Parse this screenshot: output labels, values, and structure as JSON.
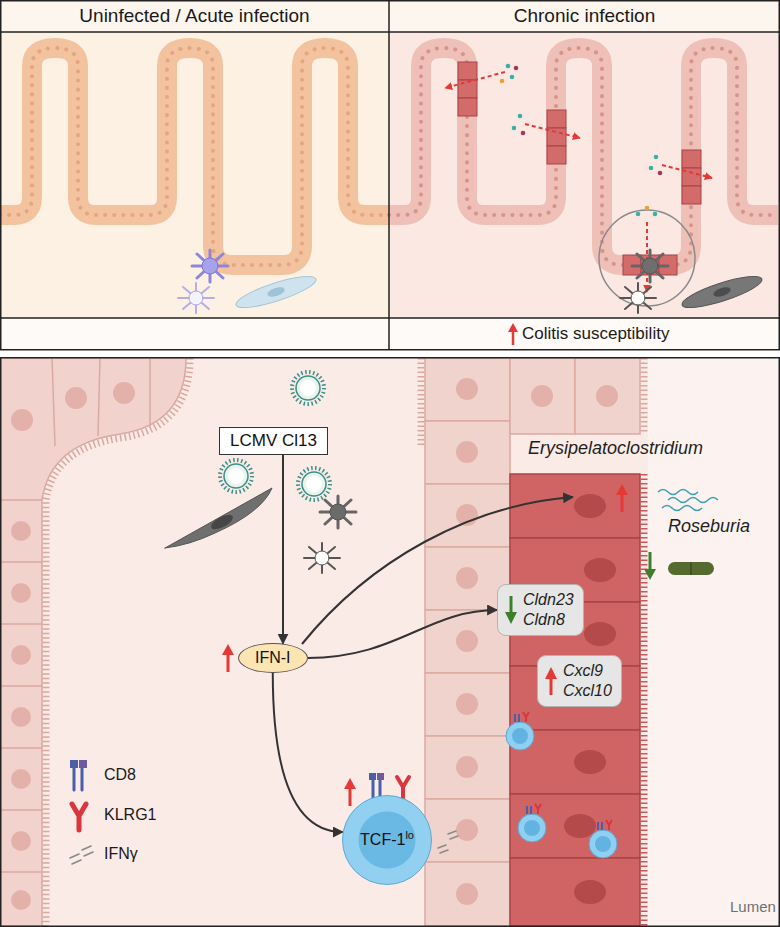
{
  "diagram": {
    "nodes": [
      {
        "text": [
          "Uninfected / Acute infection"
        ]
      },
      {
        "text": [
          "Chronic infection"
        ]
      },
      {
        "text": [
          "Colitis susceptibility"
        ],
        "in": 1
      },
      {
        "text": [
          "LCMV Cl13"
        ]
      },
      {
        "text": [
          "IFN-I"
        ]
      },
      {
        "text": [
          "TCF-1",
          "lo"
        ]
      },
      {
        "text": [
          "Cldn23 Cldn8"
        ]
      },
      {
        "text": [
          "Cxcl9 Cxcl10"
        ]
      }
    ],
    "edges": [
      {
        "from": 3,
        "to": 4,
        "arrow": "to"
      },
      {
        "from": 4,
        "to": 5,
        "arrow": "to"
      },
      {
        "from": 4,
        "to": 6,
        "arrow": "to"
      }
    ],
    "labels": [
      "Erysipelatoclostridium",
      "Roseburia",
      "Lumen"
    ],
    "legend": [
      {
        "text": "CD8"
      },
      {
        "text": "KLRG1"
      },
      {
        "text": "IFNγ"
      }
    ]
  }
}
